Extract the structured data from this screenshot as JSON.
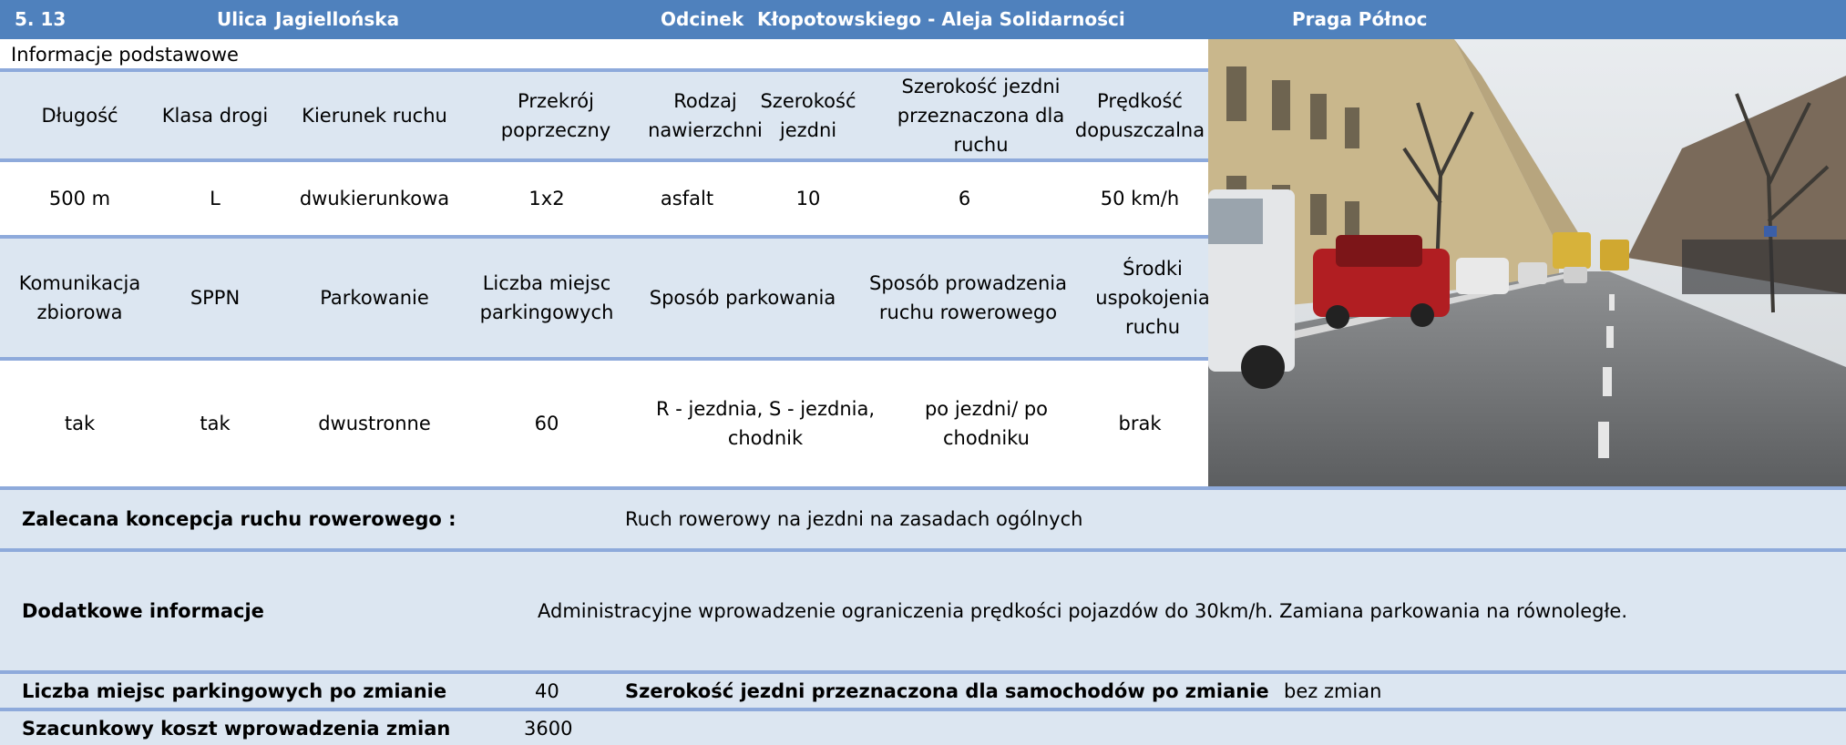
{
  "header": {
    "id": "5. 13",
    "street_label": "Ulica",
    "street": "Jagiellońska",
    "section_label": "Odcinek",
    "section": "Kłopotowskiego - Aleja Solidarności",
    "district": "Praga Północ"
  },
  "subtitle": "Informacje podstawowe",
  "table1": {
    "headers": [
      "Długość",
      "Klasa drogi",
      "Kierunek ruchu",
      "Przekrój poprzeczny",
      "Rodzaj nawierzchni",
      "Szerokość jezdni",
      "Szerokość jezdni przeznaczona dla ruchu",
      "Prędkość dopuszczalna"
    ],
    "values": [
      "500 m",
      "L",
      "dwukierunkowa",
      "1x2",
      "asfalt",
      "10",
      "6",
      "50 km/h"
    ]
  },
  "table2": {
    "headers": [
      "Komunikacja zbiorowa",
      "SPPN",
      "Parkowanie",
      "Liczba miejsc parkingowych",
      "Sposób parkowania",
      "Sposób prowadzenia ruchu rowerowego",
      "Środki uspokojenia ruchu"
    ],
    "values": [
      "tak",
      "tak",
      "dwustronne",
      "60",
      "R - jezdnia, S - jezdnia, chodnik",
      "po jezdni/ po chodniku",
      "brak"
    ]
  },
  "concept": {
    "label": "Zalecana koncepcja ruchu rowerowego :",
    "value": "Ruch rowerowy na jezdni na zasadach ogólnych"
  },
  "extra": {
    "label": "Dodatkowe informacje",
    "value": "Administracyjne wprowadzenie ograniczenia prędkości pojazdów do 30km/h. Zamiana parkowania na równoległe."
  },
  "parking_after": {
    "label": "Liczba miejsc parkingowych po zmianie",
    "value": "40"
  },
  "width_after": {
    "label": "Szerokość jezdni przeznaczona dla samochodów po zmianie",
    "value": "bez zmian"
  },
  "cost": {
    "label": "Szacunkowy koszt wprowadzenia zmian",
    "value": "3600"
  },
  "colors": {
    "header": "#4f81bd",
    "band": "#dce6f1",
    "separator": "#8eaadb"
  }
}
